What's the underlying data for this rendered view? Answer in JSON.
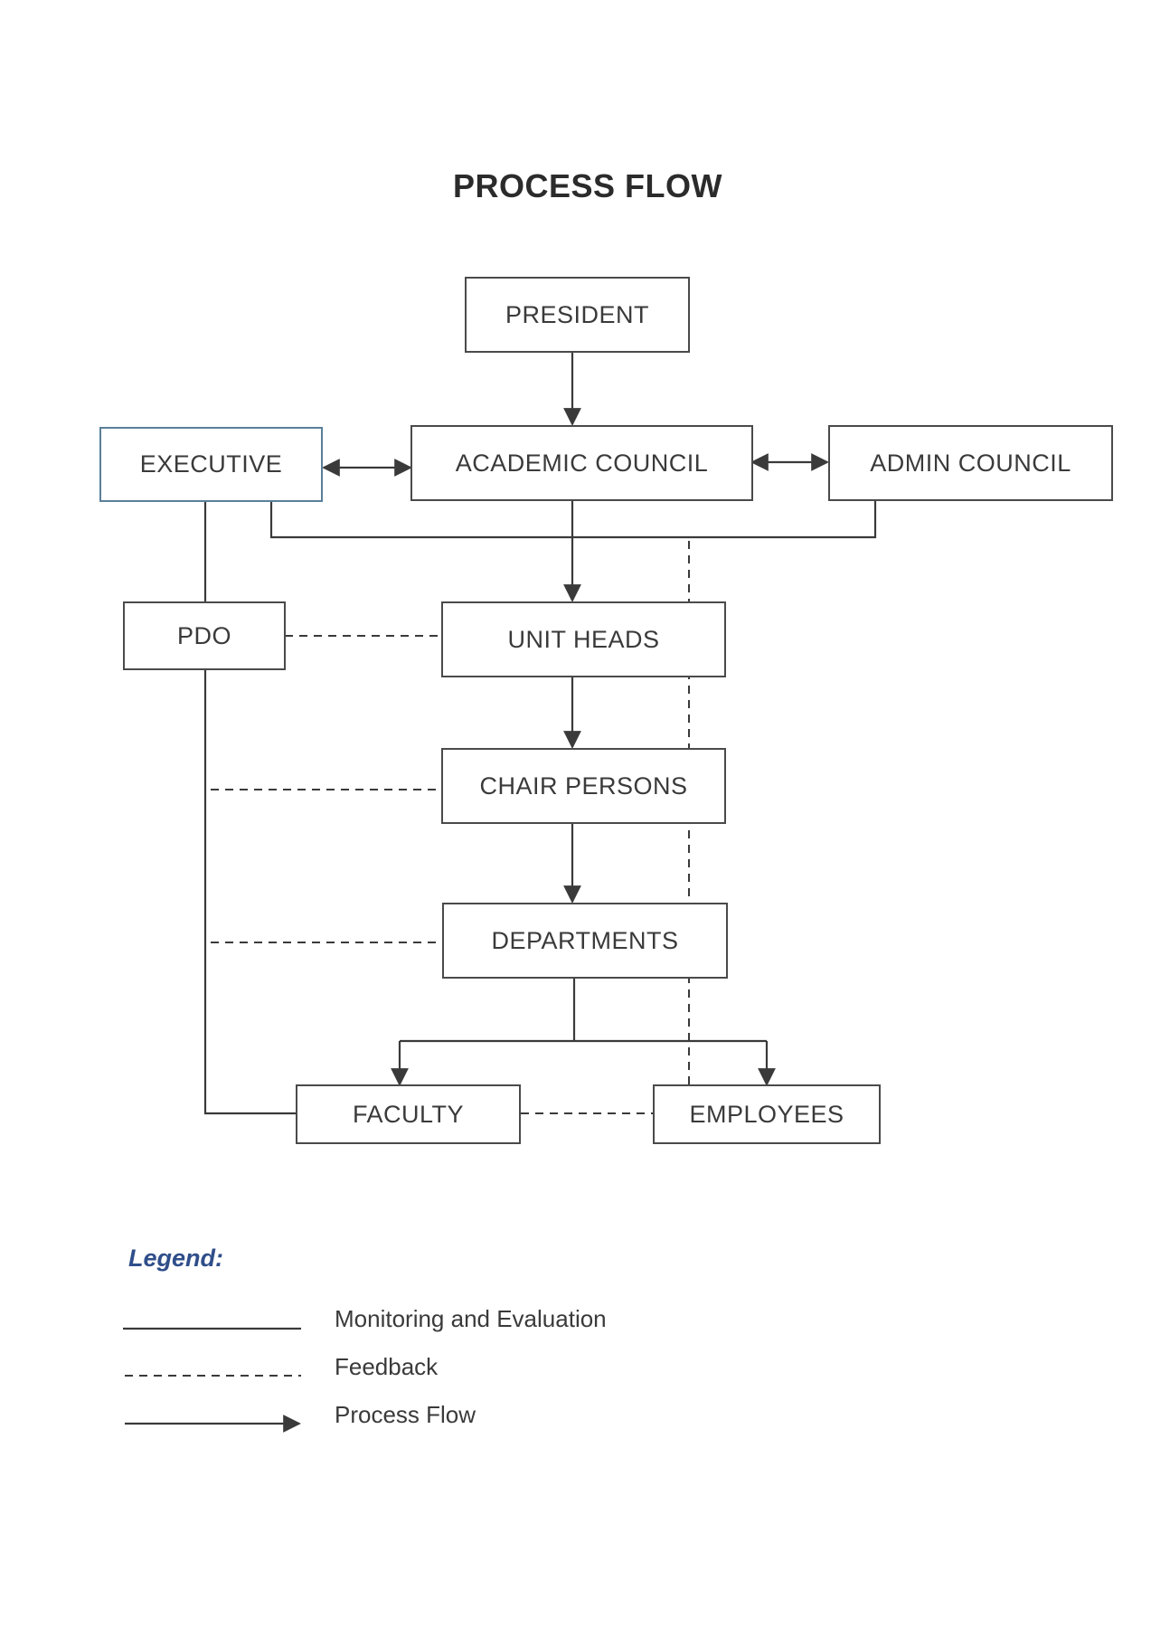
{
  "title": "PROCESS FLOW",
  "nodes": {
    "president": "PRESIDENT",
    "executive": "EXECUTIVE",
    "academic_council": "ACADEMIC COUNCIL",
    "admin_council": "ADMIN COUNCIL",
    "pdo": "PDO",
    "unit_heads": "UNIT HEADS",
    "chair_persons": "CHAIR PERSONS",
    "departments": "DEPARTMENTS",
    "faculty": "FACULTY",
    "employees": "EMPLOYEES"
  },
  "legend": {
    "title": "Legend:",
    "items": [
      {
        "style": "solid",
        "label": "Monitoring and Evaluation"
      },
      {
        "style": "dashed",
        "label": "Feedback"
      },
      {
        "style": "arrow",
        "label": "Process Flow"
      }
    ]
  },
  "colors": {
    "line": "#3a3a3a",
    "executive_border": "#5a7f98",
    "legend_title": "#2f4e8a"
  }
}
